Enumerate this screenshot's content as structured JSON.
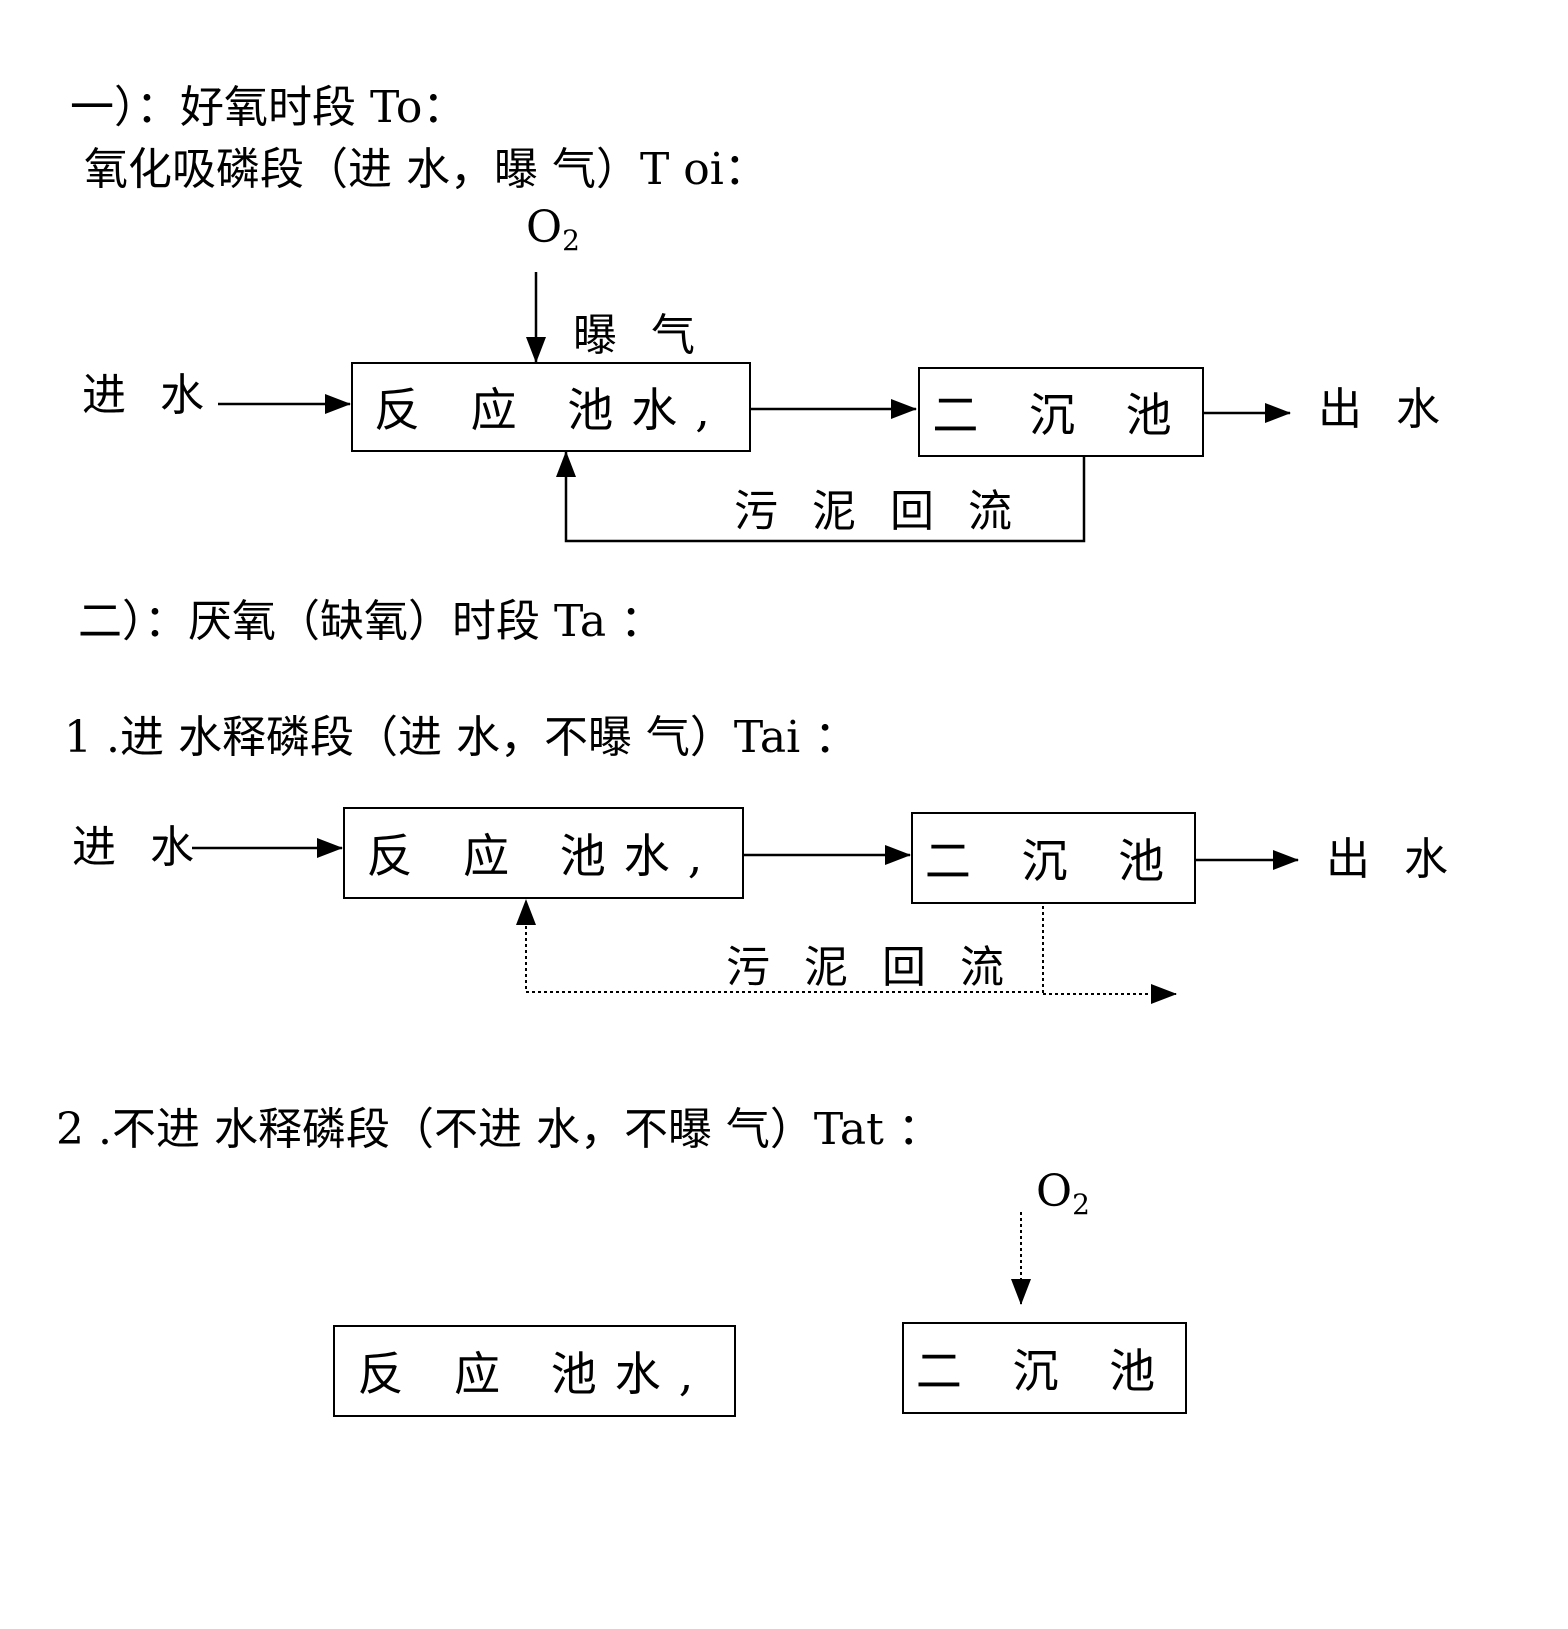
{
  "section1": {
    "heading": "一）：好氧时段 To：",
    "subheading": "氧化吸磷段（进 水，曝 气）T oi：",
    "o2_label": "O",
    "o2_sub": "2",
    "aeration_label": "曝 气",
    "inlet_label": "进 水",
    "reactor_label": "反 应 池水,",
    "clarifier_label": "二 沉 池",
    "outlet_label": "出 水",
    "return_label": "污 泥 回 流"
  },
  "section2": {
    "heading": "二）：厌氧（缺氧）时段 Ta ：",
    "sub1": {
      "heading": "1 .进 水释磷段（进 水，不曝 气）Tai ：",
      "inlet_label": "进 水",
      "reactor_label": "反 应 池水,",
      "clarifier_label": "二 沉 池",
      "outlet_label": "出 水",
      "return_label": "污 泥 回 流"
    },
    "sub2": {
      "heading": "2 .不进 水释磷段（不进 水，不曝 气）Tat ：",
      "o2_label": "O",
      "o2_sub": "2",
      "reactor_label": "反 应 池水,",
      "clarifier_label": "二 沉 池"
    }
  }
}
